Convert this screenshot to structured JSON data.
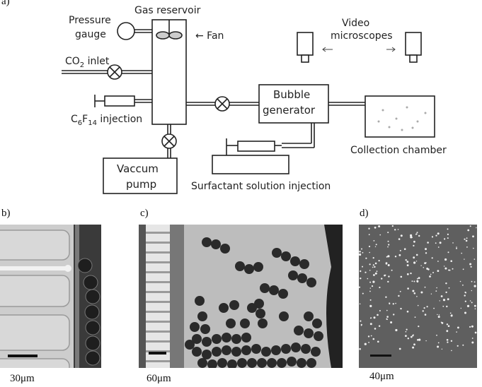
{
  "panel_letters": {
    "a": "a)",
    "b": "b)",
    "c": "c)",
    "d": "d)"
  },
  "schematic": {
    "gas_reservoir": "Gas reservoir",
    "pressure_gauge_line1": "Pressure",
    "pressure_gauge_line2": "gauge",
    "fan": "← Fan",
    "co2_inlet_prefix": "CO",
    "co2_inlet_sub": "2",
    "co2_inlet_suffix": " inlet",
    "c6f14_c": "C",
    "c6f14_6": "6",
    "c6f14_f": "F",
    "c6f14_14": "14",
    "c6f14_suffix": " injection",
    "vaccum_line1": "Vaccum",
    "vaccum_line2": "pump",
    "bubble_line1": "Bubble",
    "bubble_line2": "generator",
    "video_line1": "Video",
    "video_line2": "microscopes",
    "collection": "Collection chamber",
    "surfactant": "Surfactant solution injection"
  },
  "scalebars": {
    "b": "30μm",
    "c": "60μm",
    "d": "40μm"
  }
}
